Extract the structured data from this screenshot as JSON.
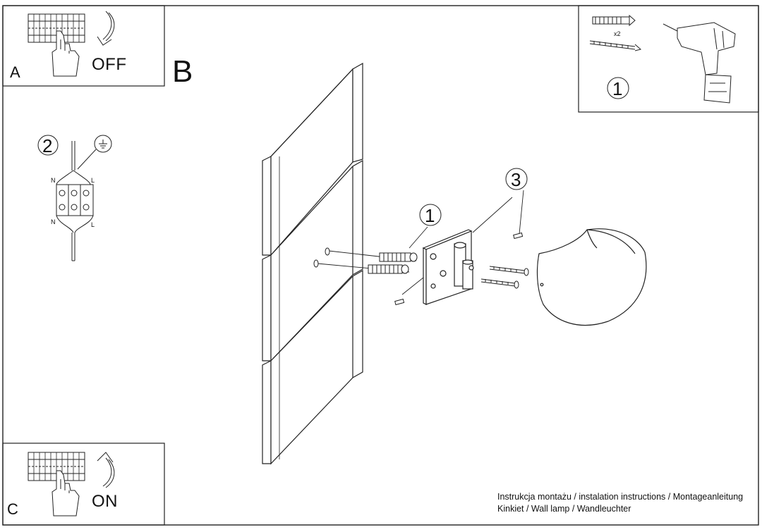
{
  "panels": {
    "a": {
      "letter": "A",
      "word": "OFF"
    },
    "b": {
      "letter": "B"
    },
    "c": {
      "letter": "C",
      "word": "ON"
    }
  },
  "callouts": {
    "wiring_step": "2",
    "tools_step": "1",
    "dowel_step": "1",
    "screw_step": "3"
  },
  "wiring": {
    "n_top": "N",
    "l_top": "L",
    "n_bottom": "N",
    "l_bottom": "L",
    "ground_icon": "ground-icon"
  },
  "tools": {
    "dowel_count": "x2",
    "drill_icon": "drill-icon"
  },
  "footer": {
    "line1": "Instrukcja montażu / instalation instructions / Montageanleitung",
    "line2": "Kinkiet / Wall lamp / Wandleuchter"
  }
}
